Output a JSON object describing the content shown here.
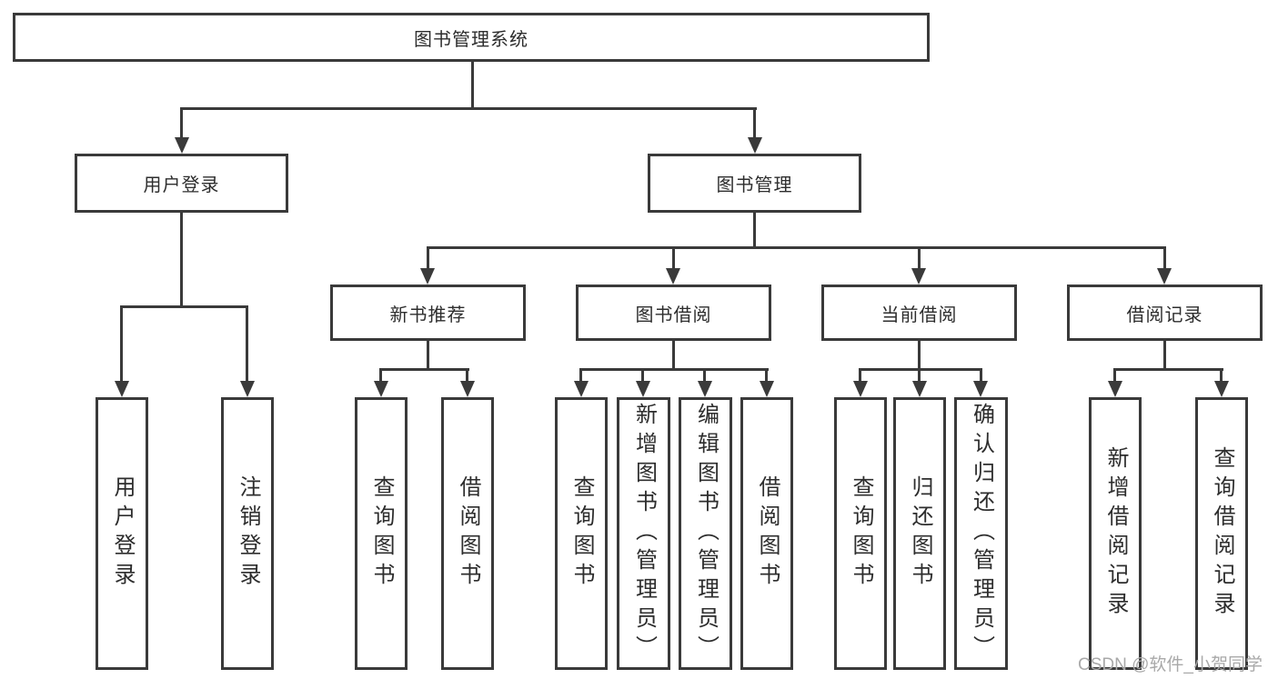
{
  "diagram": {
    "title": "图书管理系统",
    "root": {
      "label": "图书管理系统"
    },
    "branches": [
      {
        "label": "用户登录",
        "children": [
          {
            "label": "用户登录"
          },
          {
            "label": "注销登录"
          }
        ]
      },
      {
        "label": "图书管理",
        "children": [
          {
            "label": "新书推荐",
            "children": [
              {
                "label": "查询图书"
              },
              {
                "label": "借阅图书"
              }
            ]
          },
          {
            "label": "图书借阅",
            "children": [
              {
                "label": "查询图书"
              },
              {
                "label": "新增图书（管理员）"
              },
              {
                "label": "编辑图书（管理员）"
              },
              {
                "label": "借阅图书"
              }
            ]
          },
          {
            "label": "当前借阅",
            "children": [
              {
                "label": "查询图书"
              },
              {
                "label": "归还图书"
              },
              {
                "label": "确认归还（管理员）"
              }
            ]
          },
          {
            "label": "借阅记录",
            "children": [
              {
                "label": "新增借阅记录"
              },
              {
                "label": "查询借阅记录"
              }
            ]
          }
        ]
      }
    ],
    "watermark": {
      "text": "CSDN @软件_小贺同学"
    },
    "colors": {
      "line": "#3a3a3a",
      "text": "#2d2d2d",
      "watermark": "#a9a9a9",
      "background": "#ffffff"
    }
  }
}
